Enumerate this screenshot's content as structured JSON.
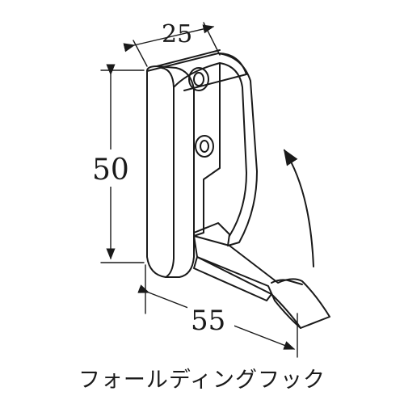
{
  "dimensions": {
    "width": "25",
    "height": "50",
    "depth": "55"
  },
  "caption": "フォールディングフック"
}
